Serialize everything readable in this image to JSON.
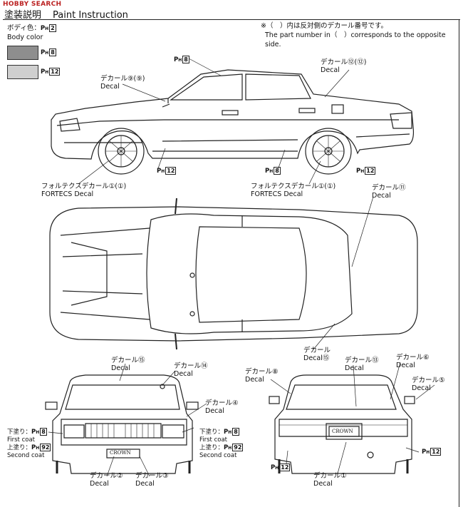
{
  "watermark": "HOBBY SEARCH",
  "header": {
    "jp": "塗装説明",
    "en": "Paint Instruction"
  },
  "note": {
    "jp": "※（　）内は反対側のデカール番号です。",
    "en": "The part number in（　）corresponds to the opposite side."
  },
  "body_color": {
    "jp": "ボディ色：",
    "label": "Body color",
    "code": "2"
  },
  "swatches": [
    {
      "color": "#8e8e8e",
      "code": "8"
    },
    {
      "color": "#cfcfcf",
      "code": "12"
    }
  ],
  "ph_prefix": "P",
  "ph_sub": "H",
  "side_view": {
    "ph_top": "8",
    "decal_9": {
      "jp": "デカール",
      "en": "Decal",
      "num": "⑨",
      "opp": "(⑨)"
    },
    "decal_12": {
      "jp": "デカール",
      "en": "Decal",
      "num": "⑫",
      "opp": "(⑫)"
    },
    "ph_skirt": "12",
    "ph_rear_lower": "8",
    "ph_rear_wheel": "12",
    "fortecs_left": {
      "jp": "フォルテクスデカール",
      "en": "FORTECS Decal",
      "num": "①",
      "opp": "(①)"
    },
    "fortecs_right": {
      "jp": "フォルテクスデカール",
      "en": "FORTECS Decal",
      "num": "①",
      "opp": "(①)"
    }
  },
  "top_view": {
    "decal_11": {
      "jp": "デカール",
      "en": "Decal",
      "num": "⑪"
    },
    "decal_15": {
      "jp": "デカール",
      "en": "Decal",
      "num": "⑮"
    }
  },
  "front_view": {
    "decal_15": {
      "jp": "デカール",
      "en": "Decal",
      "num": "⑮"
    },
    "decal_14": {
      "jp": "デカール",
      "en": "Decal",
      "num": "⑭"
    },
    "decal_4": {
      "jp": "デカール",
      "en": "Decal",
      "num": "④"
    },
    "decal_2": {
      "jp": "デカール",
      "en": "Decal",
      "num": "②"
    },
    "decal_3": {
      "jp": "デカール",
      "en": "Decal",
      "num": "③"
    },
    "coat_left": {
      "first_jp": "下塗り：",
      "first_en": "First coat",
      "first_code": "8",
      "second_jp": "上塗り：",
      "second_en": "Second coat",
      "second_code": "92"
    },
    "coat_right": {
      "first_jp": "下塗り：",
      "first_en": "First coat",
      "first_code": "8",
      "second_jp": "上塗り：",
      "second_en": "Second coat",
      "second_code": "92"
    },
    "plate": "CROWN"
  },
  "rear_view": {
    "decal_8": {
      "jp": "デカール",
      "en": "Decal",
      "num": "⑧"
    },
    "decal_13": {
      "jp": "デカール",
      "en": "Decal",
      "num": "⑬"
    },
    "decal_6": {
      "jp": "デカール",
      "en": "Decal",
      "num": "⑥"
    },
    "decal_5": {
      "jp": "デカール",
      "en": "Decal",
      "num": "⑤"
    },
    "decal_1": {
      "jp": "デカール",
      "en": "Decal",
      "num": "①"
    },
    "ph_left": "12",
    "ph_right": "12",
    "plate": "CROWN"
  }
}
